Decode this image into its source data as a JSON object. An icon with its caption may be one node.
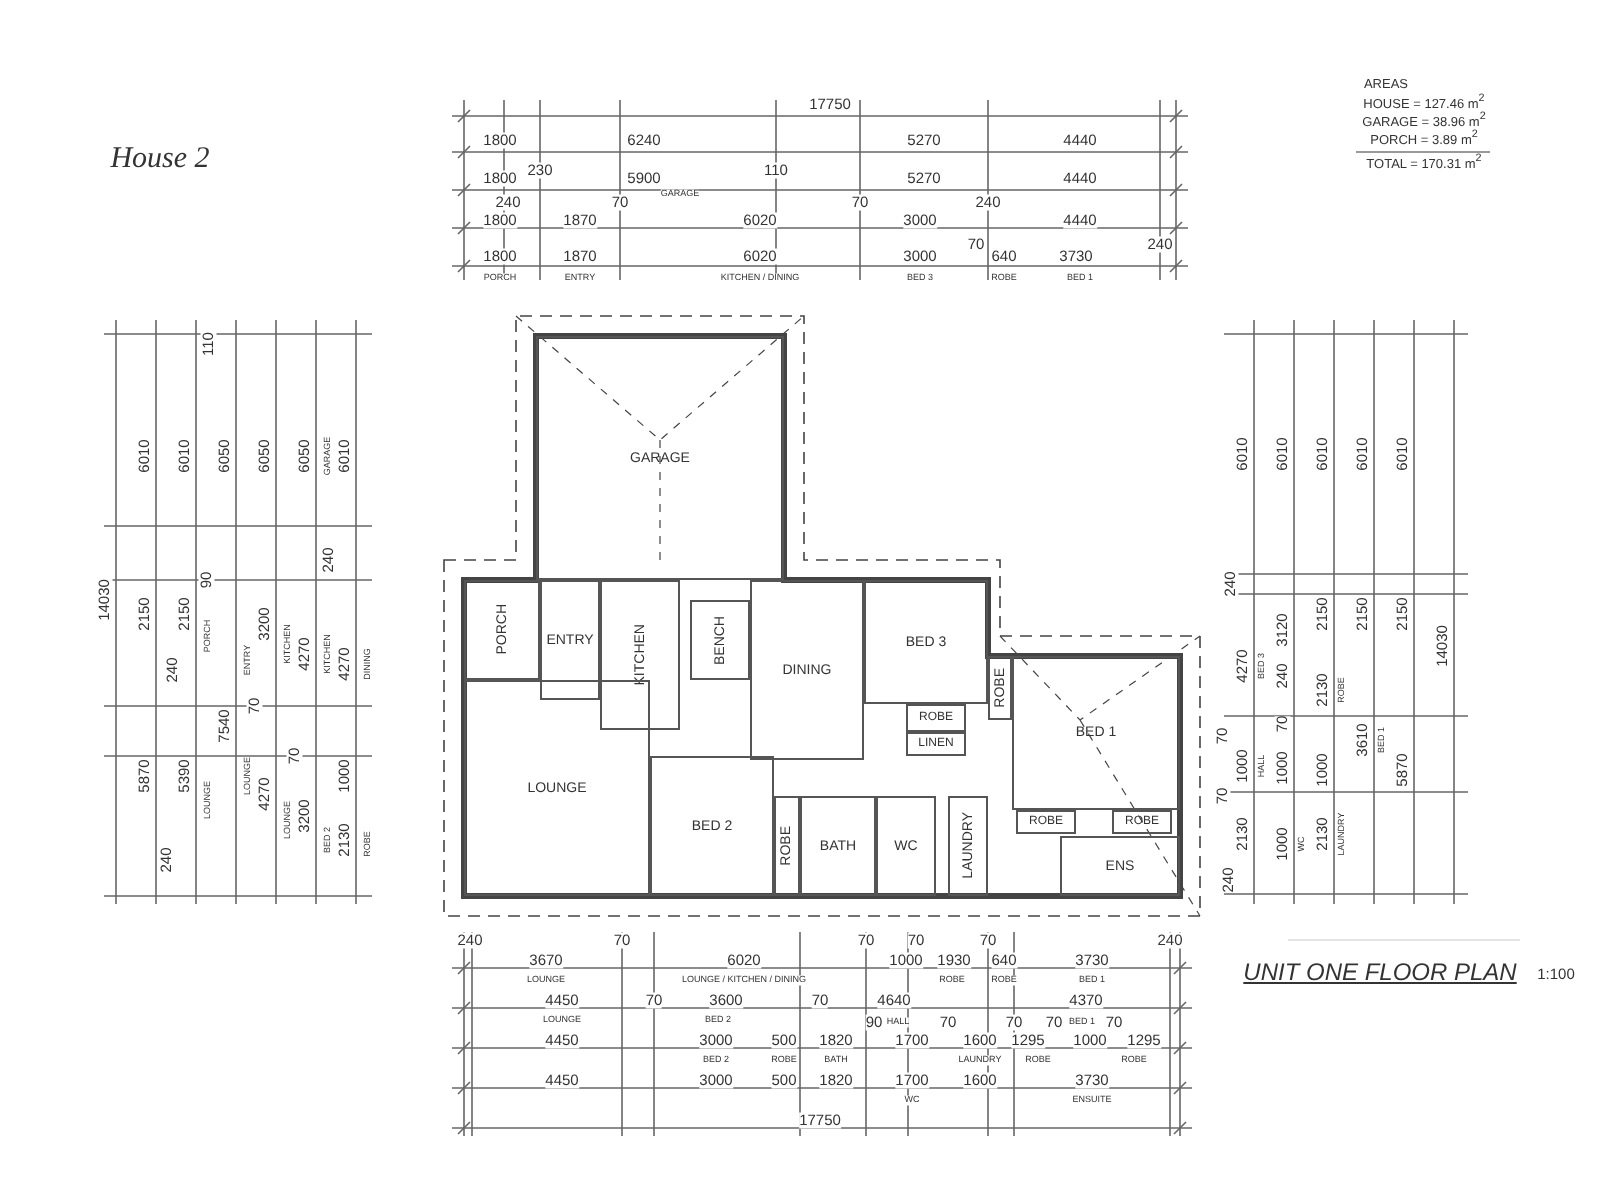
{
  "diagram": {
    "title": "House 2",
    "caption": "UNIT ONE FLOOR PLAN",
    "nodes": [
      {
        "text": [
          "GARAGE"
        ]
      },
      {
        "text": [
          "PORCH"
        ]
      },
      {
        "text": [
          "ENTRY"
        ]
      },
      {
        "text": [
          "KITCHEN"
        ]
      },
      {
        "text": [
          "BENCH"
        ]
      },
      {
        "text": [
          "DINING"
        ]
      },
      {
        "text": [
          "BED 3"
        ]
      },
      {
        "text": [
          "LOUNGE"
        ]
      },
      {
        "text": [
          "BED 2"
        ]
      },
      {
        "text": [
          "ROBE"
        ]
      },
      {
        "text": [
          "BATH"
        ]
      },
      {
        "text": [
          "WC"
        ]
      },
      {
        "text": [
          "LAUNDRY"
        ]
      },
      {
        "text": [
          "ROBE"
        ]
      },
      {
        "text": [
          "LINEN"
        ]
      },
      {
        "text": [
          "ROBE"
        ]
      },
      {
        "text": [
          "BED 1"
        ]
      },
      {
        "text": [
          "ROBE"
        ]
      },
      {
        "text": [
          "ROBE"
        ]
      },
      {
        "text": [
          "ENS"
        ]
      }
    ],
    "labels": [
      "1:100",
      "AREAS",
      "HOUSE = 127.46 m$^{2}$",
      "GARAGE = 38.96 m$^{2}$",
      "PORCH = 3.89 m$^{2}$",
      "TOTAL = 170.31 m$^{2}$",
      "17750",
      "1800",
      "6240",
      "5270",
      "4440",
      "230",
      "110",
      "1800",
      "5900",
      "GARAGE",
      "5270",
      "4440",
      "240",
      "70",
      "70",
      "240",
      "1800",
      "1870",
      "6020",
      "3000",
      "4440",
      "70",
      "240",
      "1800",
      "1870",
      "6020",
      "3000",
      "640",
      "3730",
      "PORCH",
      "ENTRY",
      "KITCHEN / DINING",
      "BED 3",
      "ROBE",
      "BED 1",
      "240",
      "70",
      "3670",
      "6020",
      "70",
      "70",
      "1000",
      "1930",
      "70",
      "640",
      "3730",
      "240",
      "LOUNGE",
      "LOUNGE / KITCHEN / DINING",
      "ROBE",
      "ROBE",
      "BED 1",
      "4450",
      "70",
      "3600",
      "70",
      "4640",
      "4370",
      "LOUNGE",
      "BED 2",
      "90",
      "HALL",
      "70",
      "70",
      "70",
      "BED 1",
      "70",
      "4450",
      "3000",
      "500",
      "1820",
      "1700",
      "1600",
      "1295",
      "1000",
      "1295",
      "BED 2",
      "ROBE",
      "BATH",
      "LAUNDRY",
      "ROBE",
      "ROBE",
      "4450",
      "3000",
      "500",
      "1820",
      "1700",
      "1600",
      "3730",
      "WC",
      "ENSUITE",
      "17750",
      "14030",
      "6010",
      "2150",
      "5870",
      "240",
      "110",
      "6010",
      "90",
      "2150",
      "PORCH",
      "240",
      "5390",
      "LOUNGE",
      "6050",
      "ENTRY",
      "7540",
      "LOUNGE",
      "6050",
      "3200",
      "KITCHEN",
      "70",
      "4270",
      "LOUNGE",
      "6050",
      "240",
      "4270",
      "KITCHEN",
      "70",
      "3200",
      "BED 2",
      "GARAGE",
      "6010",
      "4270",
      "DINING",
      "1000",
      "2130",
      "ROBE",
      "6010",
      "240",
      "4270",
      "BED 3",
      "70",
      "1000",
      "HALL",
      "70",
      "2130",
      "240",
      "6010",
      "3120",
      "240",
      "70",
      "1000",
      "1000",
      "WC",
      "6010",
      "2150",
      "2130",
      "ROBE",
      "1000",
      "2130",
      "LAUNDRY",
      "6010",
      "2150",
      "3610",
      "BED 1",
      "6010",
      "2150",
      "5870",
      "14030"
    ]
  }
}
